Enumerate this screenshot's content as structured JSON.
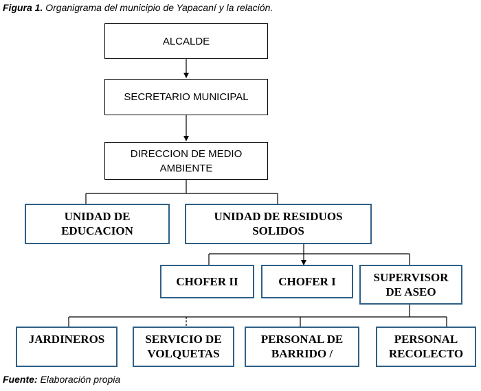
{
  "caption": {
    "label": "Figura 1.",
    "text": " Organigrama del municipio de Yapacaní y la relación."
  },
  "source": {
    "label": "Fuente:",
    "text": " Elaboración propia"
  },
  "nodes": {
    "alcalde": "ALCALDE",
    "secretario": "SECRETARIO MUNICIPAL",
    "direccion_l1": "DIRECCION DE MEDIO",
    "direccion_l2": "AMBIENTE",
    "educacion_l1": "UNIDAD DE",
    "educacion_l2": "EDUCACION",
    "residuos_l1": "UNIDAD DE RESIDUOS",
    "residuos_l2": "SOLIDOS",
    "chofer2": "CHOFER II",
    "chofer1": "CHOFER I",
    "supervisor_l1": "SUPERVISOR",
    "supervisor_l2": "DE ASEO",
    "jardineros": "JARDINEROS",
    "servicio_l1": "SERVICIO DE",
    "servicio_l2": "VOLQUETAS",
    "barrido_l1": "PERSONAL DE",
    "barrido_l2": "BARRIDO /",
    "recolecto_l1": "PERSONAL",
    "recolecto_l2": "RECOLECTO"
  },
  "colors": {
    "line": "#000000",
    "unit_border": "#2e5f86"
  }
}
